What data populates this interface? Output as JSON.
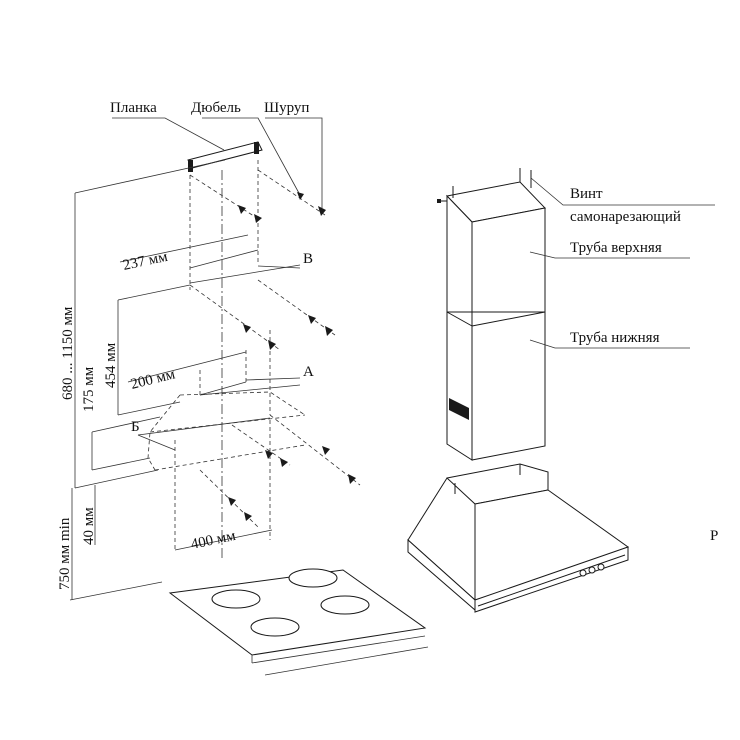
{
  "labels": {
    "bracket": "Планка",
    "dowel": "Дюбель",
    "screw": "Шуруп",
    "point_b_latin": "B",
    "point_a": "A",
    "point_b_cyr": "Б",
    "self_tapping_screw_line1": "Винт",
    "self_tapping_screw_line2": "самонарезающий",
    "upper_pipe": "Труба верхняя",
    "lower_pipe": "Труба нижняя",
    "cut_off_char": "P"
  },
  "dimensions": {
    "d237": "237 мм",
    "d200": "200 мм",
    "d400": "400 мм",
    "d454": "454 мм",
    "d175": "175 мм",
    "d680_1150": "680 ... 1150 мм",
    "d40": "40 мм",
    "d750min": "750 мм min"
  }
}
